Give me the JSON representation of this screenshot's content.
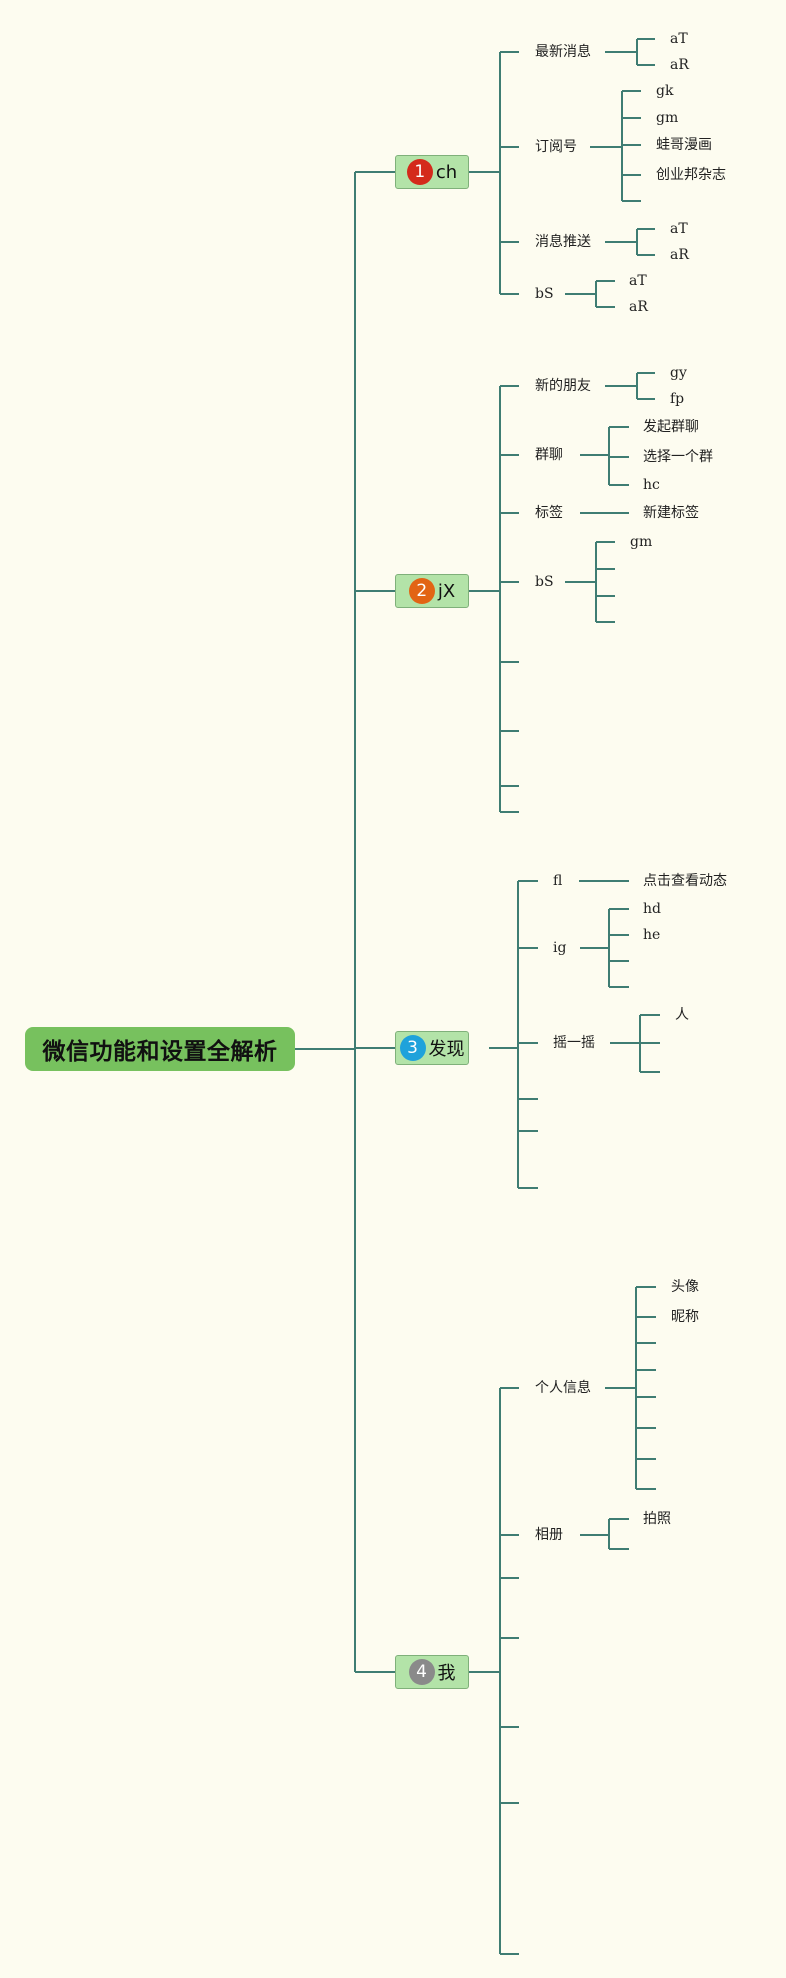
{
  "root": {
    "label": "微信功能和设置全解析"
  },
  "branches": [
    {
      "number": "1",
      "label": "ch",
      "badge_color": "#d42a1b",
      "children": [
        {
          "label": "最新消息",
          "children": [
            "aT",
            "aR"
          ]
        },
        {
          "label": "订阅号",
          "children": [
            "gk",
            "gm",
            "蛙哥漫画",
            "创业邦杂志",
            ""
          ]
        },
        {
          "label": "消息推送",
          "children": [
            "aT",
            "aR"
          ]
        },
        {
          "label": "bS",
          "children": [
            "aT",
            "aR"
          ]
        }
      ]
    },
    {
      "number": "2",
      "label": "jX",
      "badge_color": "#e26414",
      "children": [
        {
          "label": "新的朋友",
          "children": [
            "gy",
            "fp"
          ]
        },
        {
          "label": "群聊",
          "children": [
            "发起群聊",
            "选择一个群",
            "hc"
          ]
        },
        {
          "label": "标签",
          "children": [
            "新建标签"
          ]
        },
        {
          "label": "bS",
          "children": [
            "gm",
            "",
            "",
            ""
          ]
        },
        {
          "label": "",
          "children": []
        },
        {
          "label": "",
          "children": []
        },
        {
          "label": "",
          "children": []
        },
        {
          "label": "",
          "children": []
        }
      ]
    },
    {
      "number": "3",
      "label": "发现",
      "badge_color": "#1fa2db",
      "children": [
        {
          "label": "fl",
          "children": [
            "点击查看动态"
          ]
        },
        {
          "label": "ig",
          "children": [
            "hd",
            "he",
            "",
            ""
          ]
        },
        {
          "label": "摇一摇",
          "children": [
            "人",
            "",
            ""
          ]
        },
        {
          "label": "",
          "children": []
        },
        {
          "label": "",
          "children": []
        },
        {
          "label": "",
          "children": []
        }
      ]
    },
    {
      "number": "4",
      "label": "我",
      "badge_color": "#8a8a8a",
      "children": [
        {
          "label": "个人信息",
          "children": [
            "头像",
            "昵称",
            "",
            "",
            "",
            "",
            "",
            ""
          ]
        },
        {
          "label": "相册",
          "children": [
            "拍照",
            ""
          ]
        },
        {
          "label": "",
          "children": []
        },
        {
          "label": "",
          "children": []
        },
        {
          "label": "",
          "children": []
        },
        {
          "label": "",
          "children": []
        },
        {
          "label": "",
          "children": []
        }
      ]
    }
  ]
}
